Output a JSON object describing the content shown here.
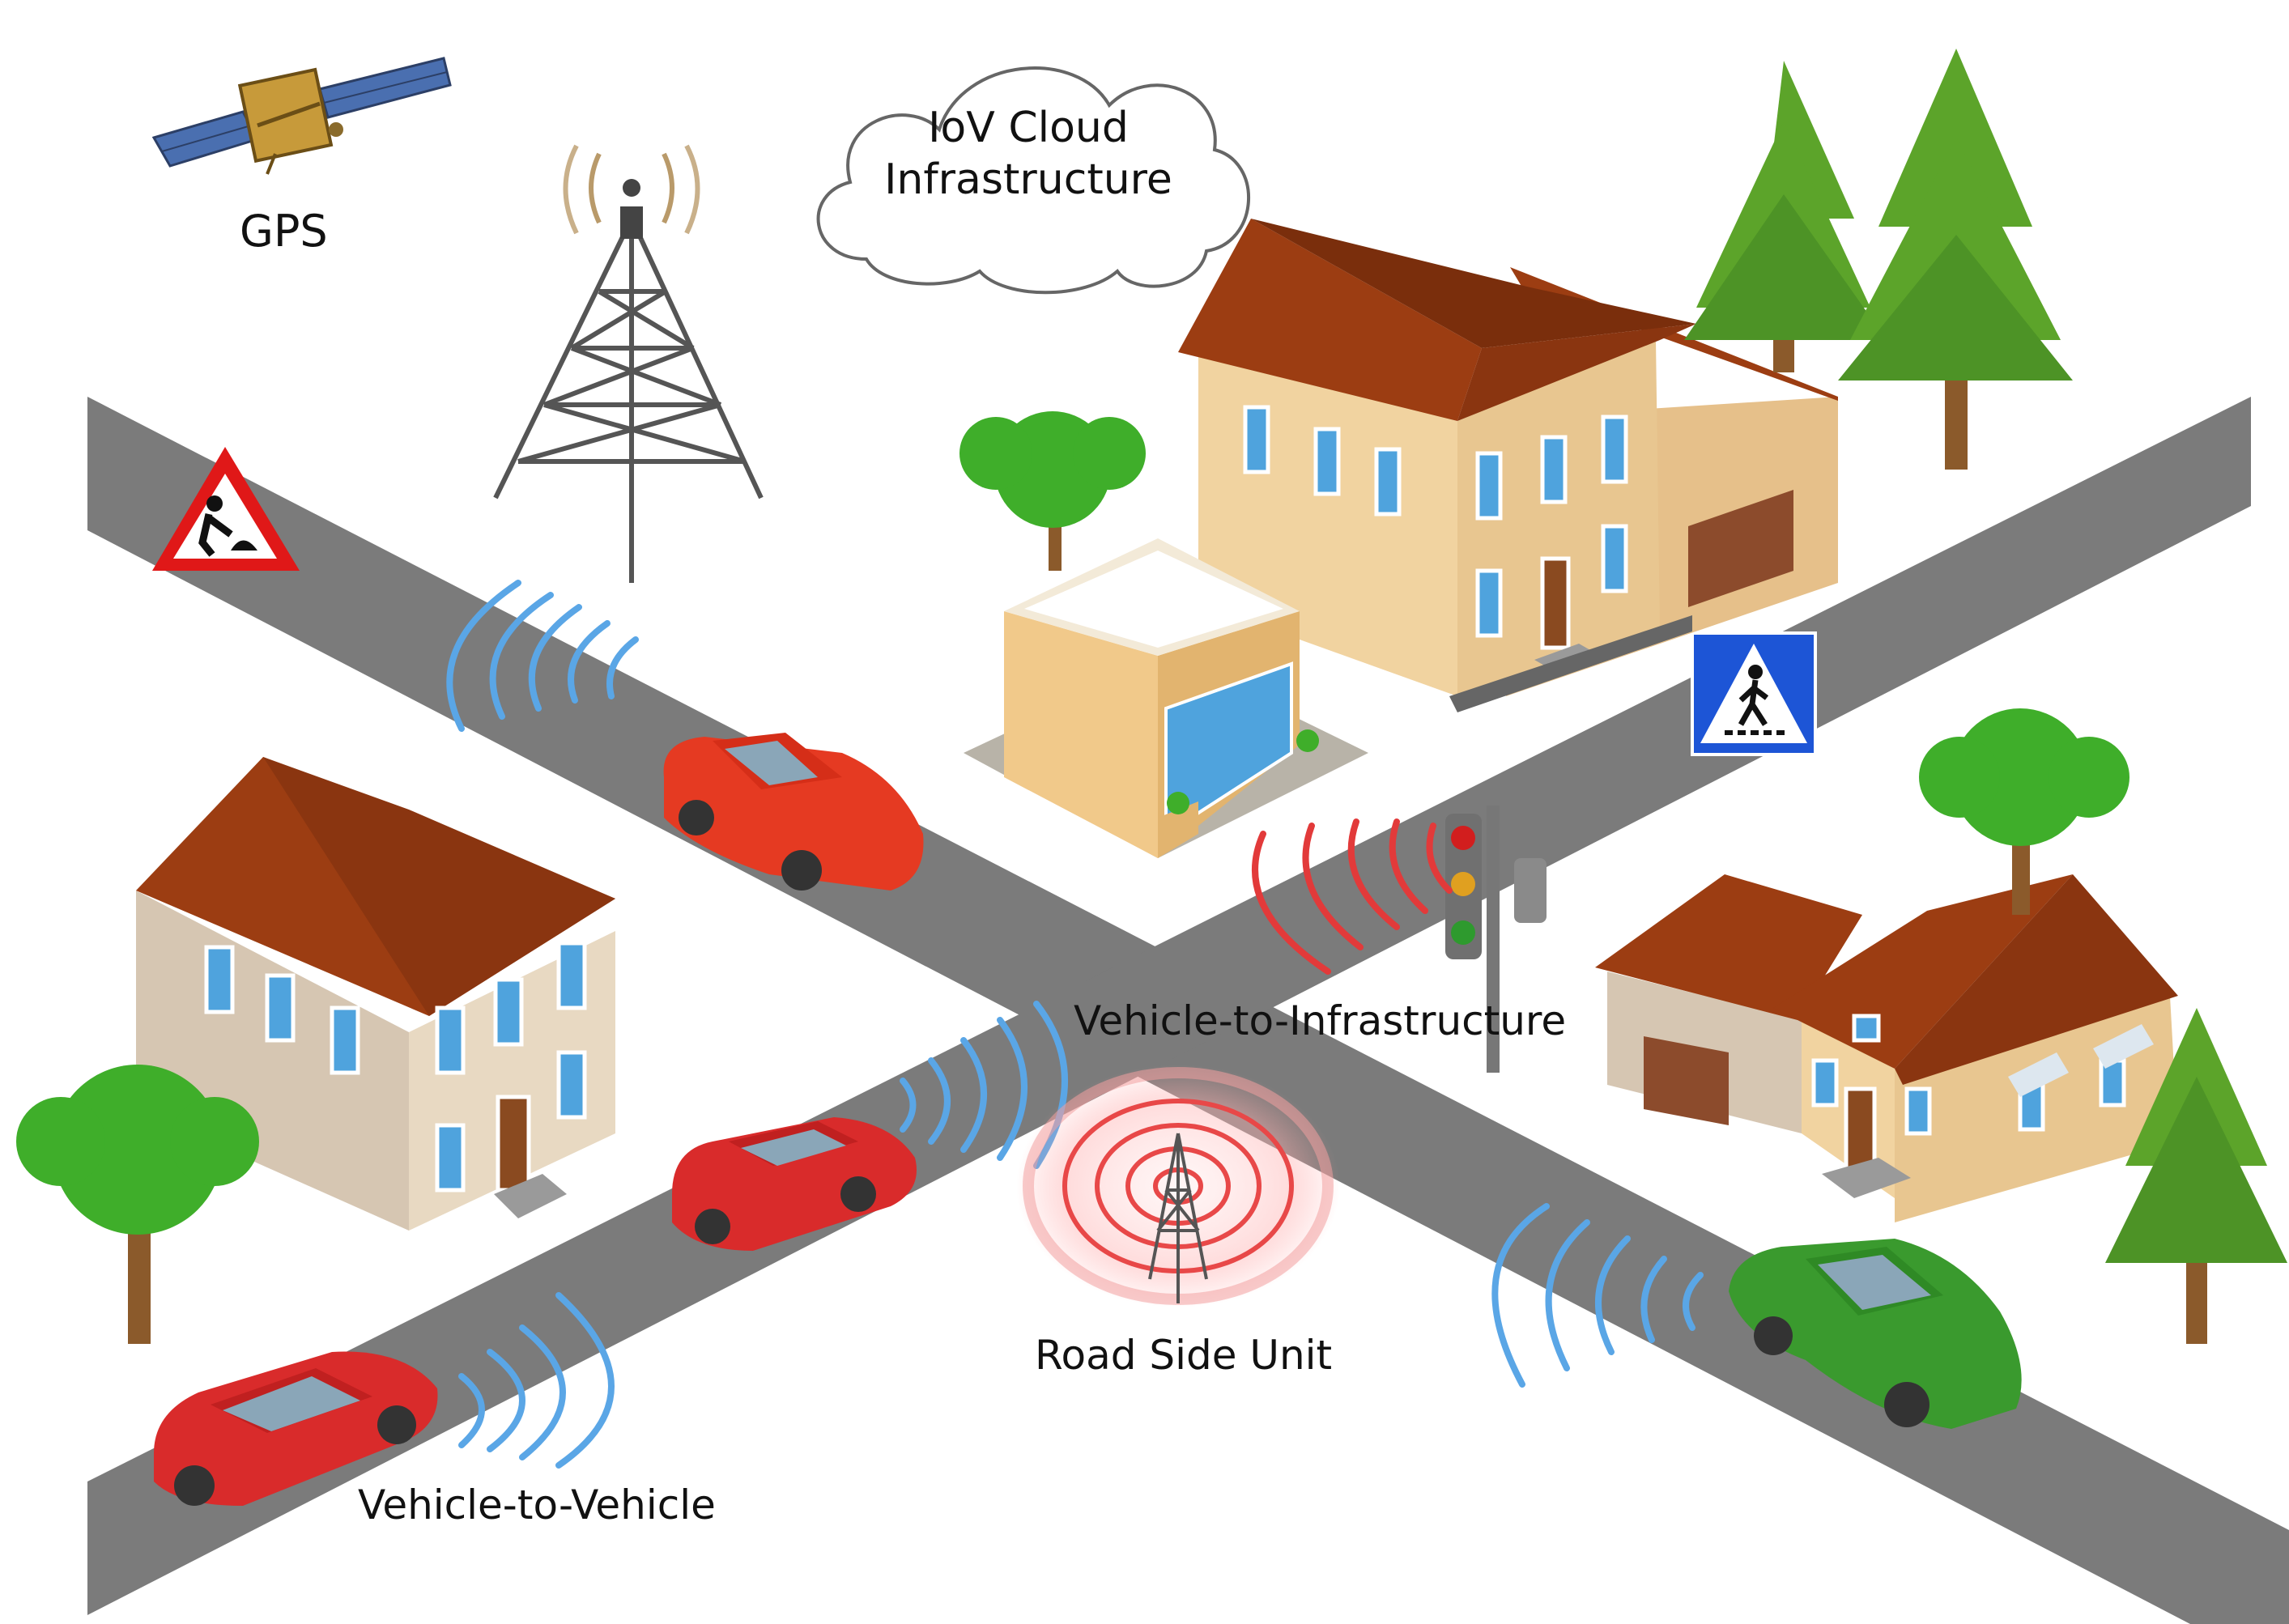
{
  "labels": {
    "gps": "GPS",
    "cloud_line1": "IoV Cloud",
    "cloud_line2": "Infrastructure",
    "v2i": "Vehicle-to-Infrastructure",
    "rsu": "Road Side Unit",
    "v2v": "Vehicle-to-Vehicle"
  },
  "icons": [
    "satellite-icon",
    "cell-tower-icon",
    "cloud-icon",
    "road-works-sign-icon",
    "pedestrian-crossing-sign-icon",
    "traffic-light-icon",
    "road-side-unit-icon",
    "car-icon",
    "house-icon",
    "shop-icon",
    "tree-icon",
    "signal-waves-icon"
  ],
  "colors": {
    "road": "#7b7b7b",
    "roof": "#9c3d12",
    "wall_beige": "#f1d3a0",
    "wall_grey": "#d6c6b2",
    "window": "#4fa3dd",
    "tree_green": "#3fae2a",
    "car_red": "#d92b2b",
    "car_green": "#3a9a2e",
    "signal_blue": "#5aa6e6",
    "signal_red": "#e23a3a",
    "sign_red": "#e01818",
    "sign_blue": "#1d55d6"
  }
}
